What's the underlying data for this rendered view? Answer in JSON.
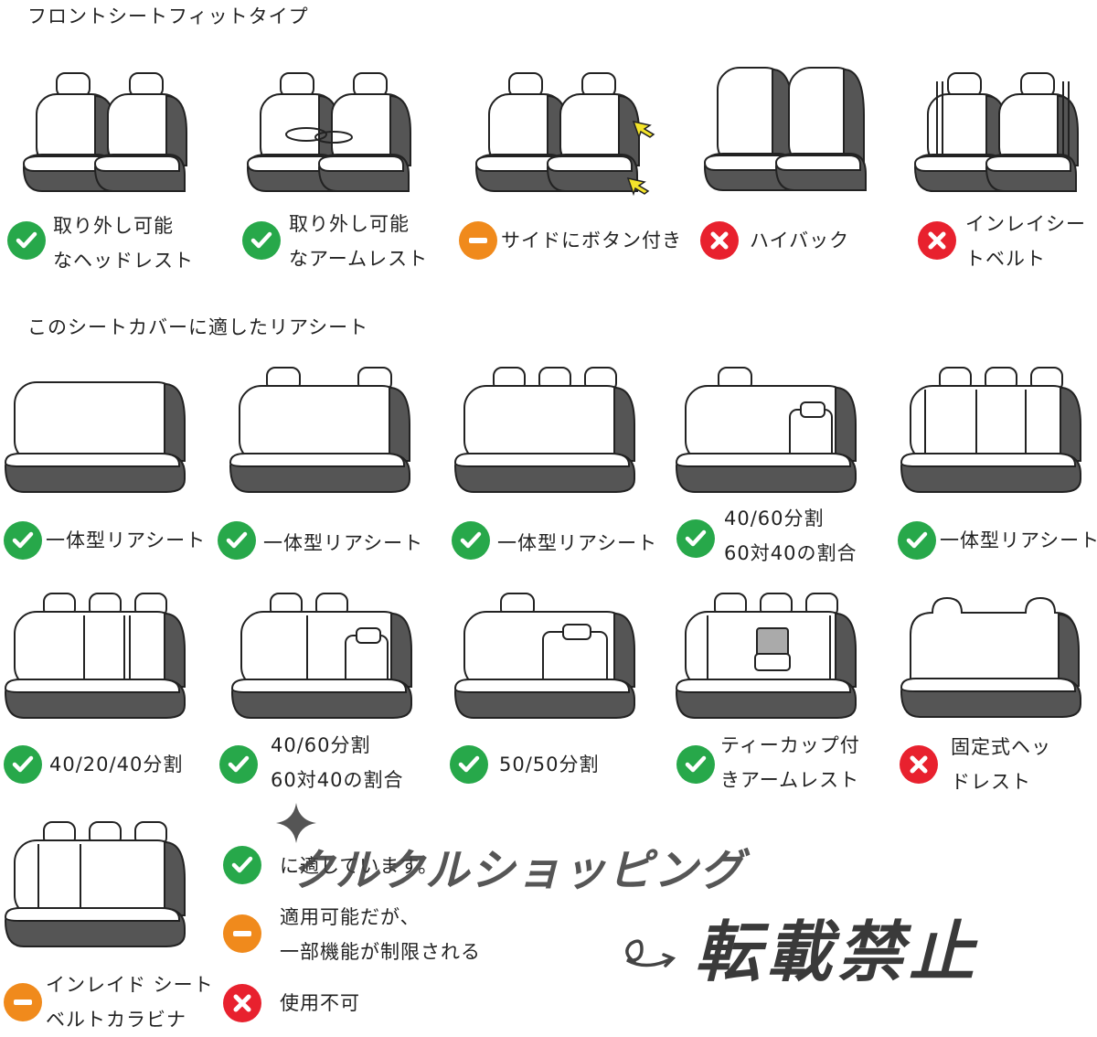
{
  "sections": {
    "front_title": "フロントシートフィットタイプ",
    "rear_title": "このシートカバーに適したリアシート"
  },
  "front": [
    {
      "status": "ok",
      "line1": "取り外し可能",
      "line2": "なヘッドレスト"
    },
    {
      "status": "ok",
      "line1": "取り外し可能",
      "line2": "なアームレスト"
    },
    {
      "status": "partial",
      "line1": "サイドにボタン付き",
      "line2": ""
    },
    {
      "status": "ng",
      "line1": "ハイバック",
      "line2": ""
    },
    {
      "status": "ng",
      "line1": "インレイシー",
      "line2": "トベルト"
    }
  ],
  "rear_row1": [
    {
      "status": "ok",
      "line1": "一体型リアシート",
      "line2": ""
    },
    {
      "status": "ok",
      "line1": "一体型リアシート",
      "line2": ""
    },
    {
      "status": "ok",
      "line1": "一体型リアシート",
      "line2": ""
    },
    {
      "status": "ok",
      "line1": "40/60分割",
      "line2": "60対40の割合"
    },
    {
      "status": "ok",
      "line1": "一体型リアシート",
      "line2": ""
    }
  ],
  "rear_row2": [
    {
      "status": "ok",
      "line1": "40/20/40分割",
      "line2": ""
    },
    {
      "status": "ok",
      "line1": "40/60分割",
      "line2": "60対40の割合"
    },
    {
      "status": "ok",
      "line1": "50/50分割",
      "line2": ""
    },
    {
      "status": "ok",
      "line1": "ティーカップ付",
      "line2": "きアームレスト"
    },
    {
      "status": "ng",
      "line1": "固定式ヘッ",
      "line2": "ドレスト"
    }
  ],
  "rear_row3": {
    "status": "partial",
    "line1": "インレイド シート",
    "line2": "ベルトカラビナ"
  },
  "legend": [
    {
      "status": "ok",
      "line1": "に適しています。",
      "line2": ""
    },
    {
      "status": "partial",
      "line1": "適用可能だが、",
      "line2": "一部機能が制限される"
    },
    {
      "status": "ng",
      "line1": "使用不可",
      "line2": ""
    }
  ],
  "watermark": {
    "shop": "クルクルショッピング",
    "notice": "転載禁止"
  },
  "colors": {
    "ok": "#27a84a",
    "partial": "#f08a1c",
    "ng": "#e8212e",
    "seat_side": "#555555"
  }
}
